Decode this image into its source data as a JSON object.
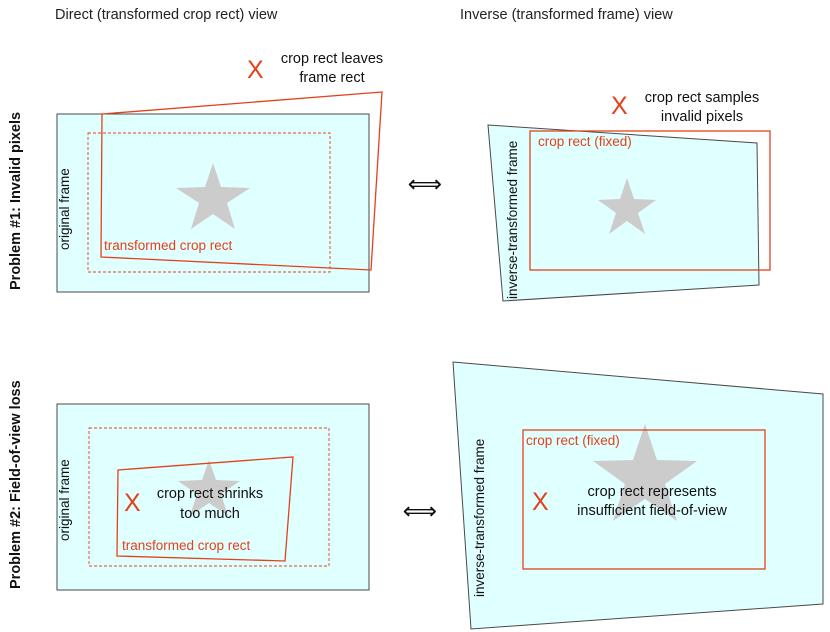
{
  "headers": {
    "direct": "Direct (transformed crop rect) view",
    "inverse": "Inverse (transformed frame) view"
  },
  "rows": {
    "problem1": "Problem #1: Invalid pixels",
    "problem2": "Problem #2: Field-of-view loss"
  },
  "labels": {
    "original_frame": "original frame",
    "transformed_crop_rect": "transformed crop rect",
    "inverse_transformed_frame": "inverse-transformed frame",
    "crop_rect_fixed": "crop rect (fixed)"
  },
  "notes": {
    "x_mark": "X",
    "p1_direct": [
      "crop rect leaves",
      "frame rect"
    ],
    "p1_inverse": [
      "crop rect samples",
      "invalid pixels"
    ],
    "p2_direct": [
      "crop rect shrinks",
      "too much"
    ],
    "p2_inverse": [
      "crop rect represents",
      "insufficient field-of-view"
    ]
  },
  "symbols": {
    "equivalence": "⟺"
  },
  "colors": {
    "frame_fill": "#e0ffff",
    "frame_stroke": "#4a4a4a",
    "crop_stroke": "#e4411b",
    "star_fill": "#cccccc",
    "text": "#111111"
  }
}
